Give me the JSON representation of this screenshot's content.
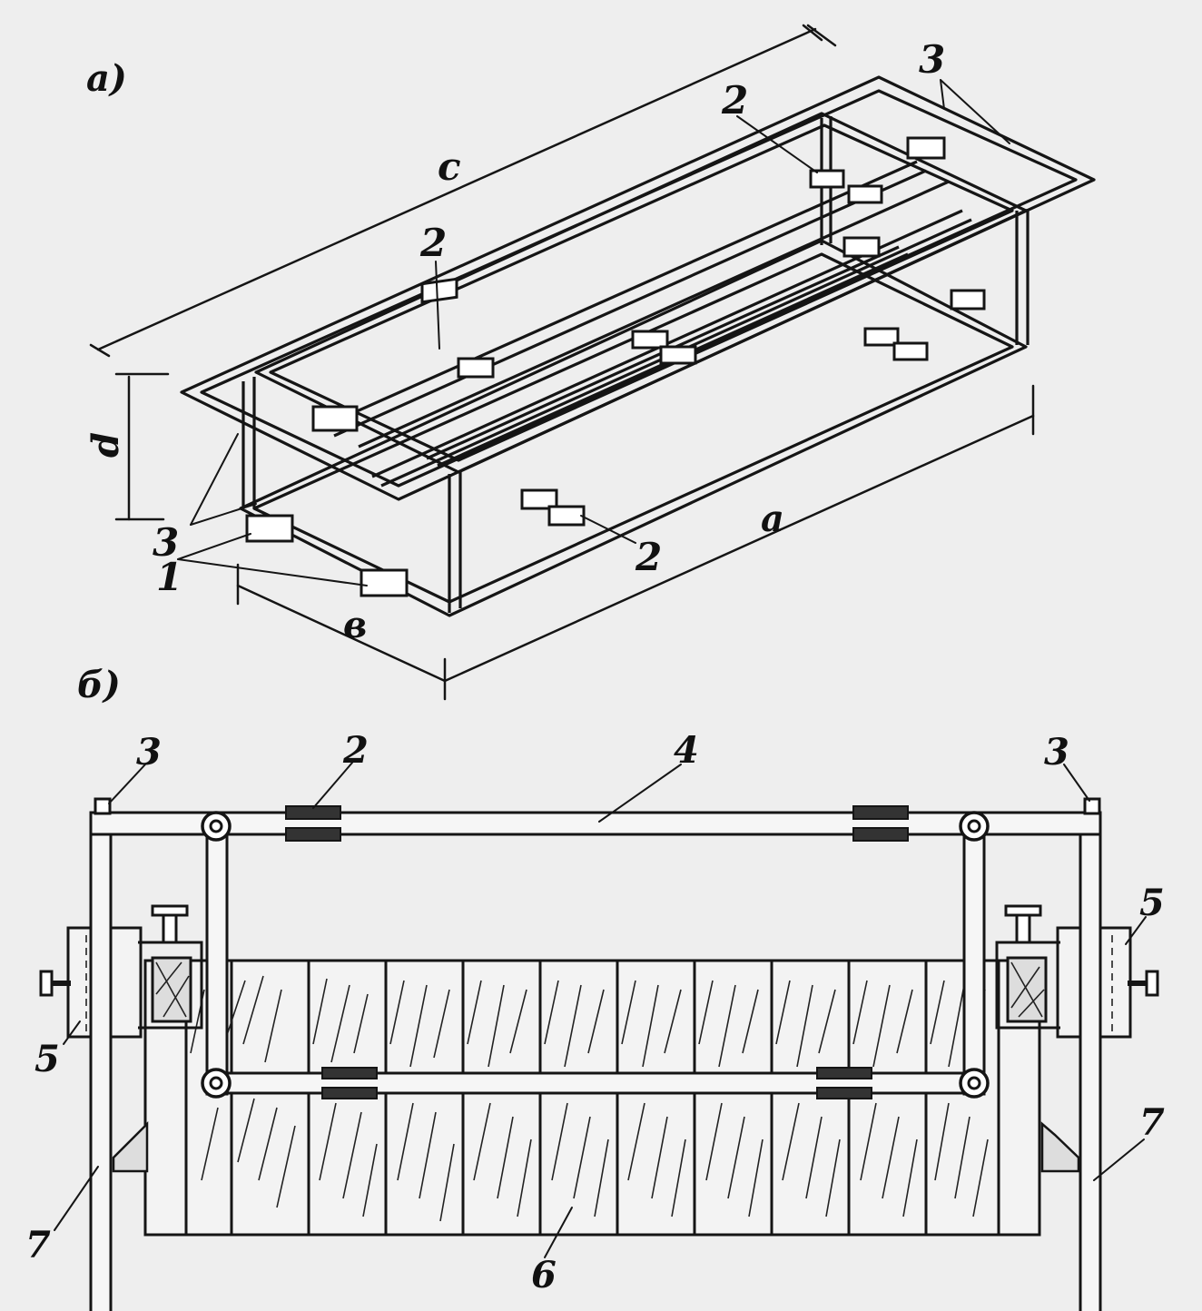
{
  "colors": {
    "ink": "#151515",
    "paper": "#eeeeee"
  },
  "figure_a": {
    "panel_label": "а)",
    "dimensions": {
      "length": "а",
      "width": "в",
      "height": "d",
      "outer": "с"
    },
    "callouts": {
      "one": "1",
      "two": "2",
      "three": "3"
    }
  },
  "figure_b": {
    "panel_label": "б)",
    "callouts": {
      "two": "2",
      "three": "3",
      "four": "4",
      "five": "5",
      "six": "6",
      "seven": "7"
    }
  }
}
